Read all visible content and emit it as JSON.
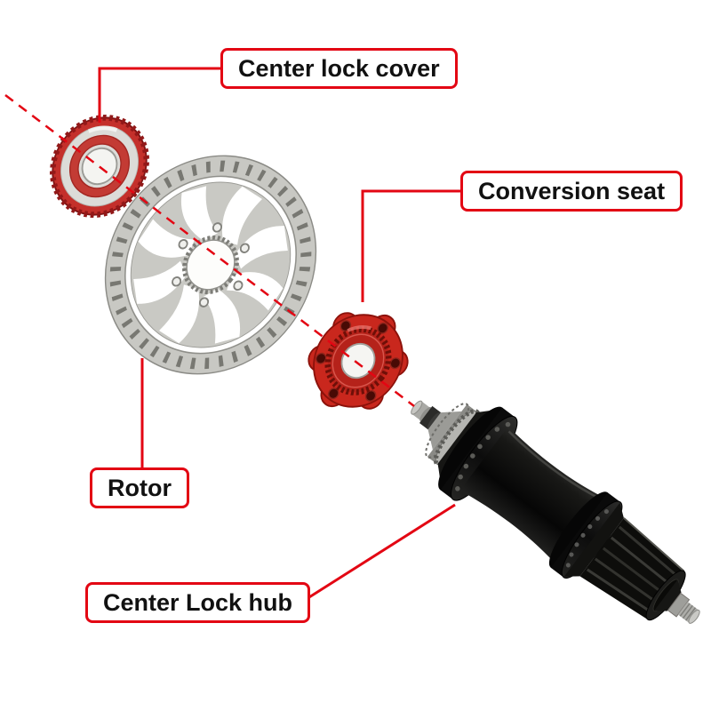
{
  "diagram": {
    "labels": {
      "center_lock_cover": "Center lock cover",
      "conversion_seat": "Conversion seat",
      "rotor": "Rotor",
      "center_lock_hub": "Center Lock hub"
    },
    "colors": {
      "accent_red": "#e30613",
      "part_red": "#c9271d",
      "metal_silver": "#c8c8c3",
      "hub_black": "#0d0d0d",
      "background": "#ffffff",
      "label_text": "#111111"
    }
  }
}
